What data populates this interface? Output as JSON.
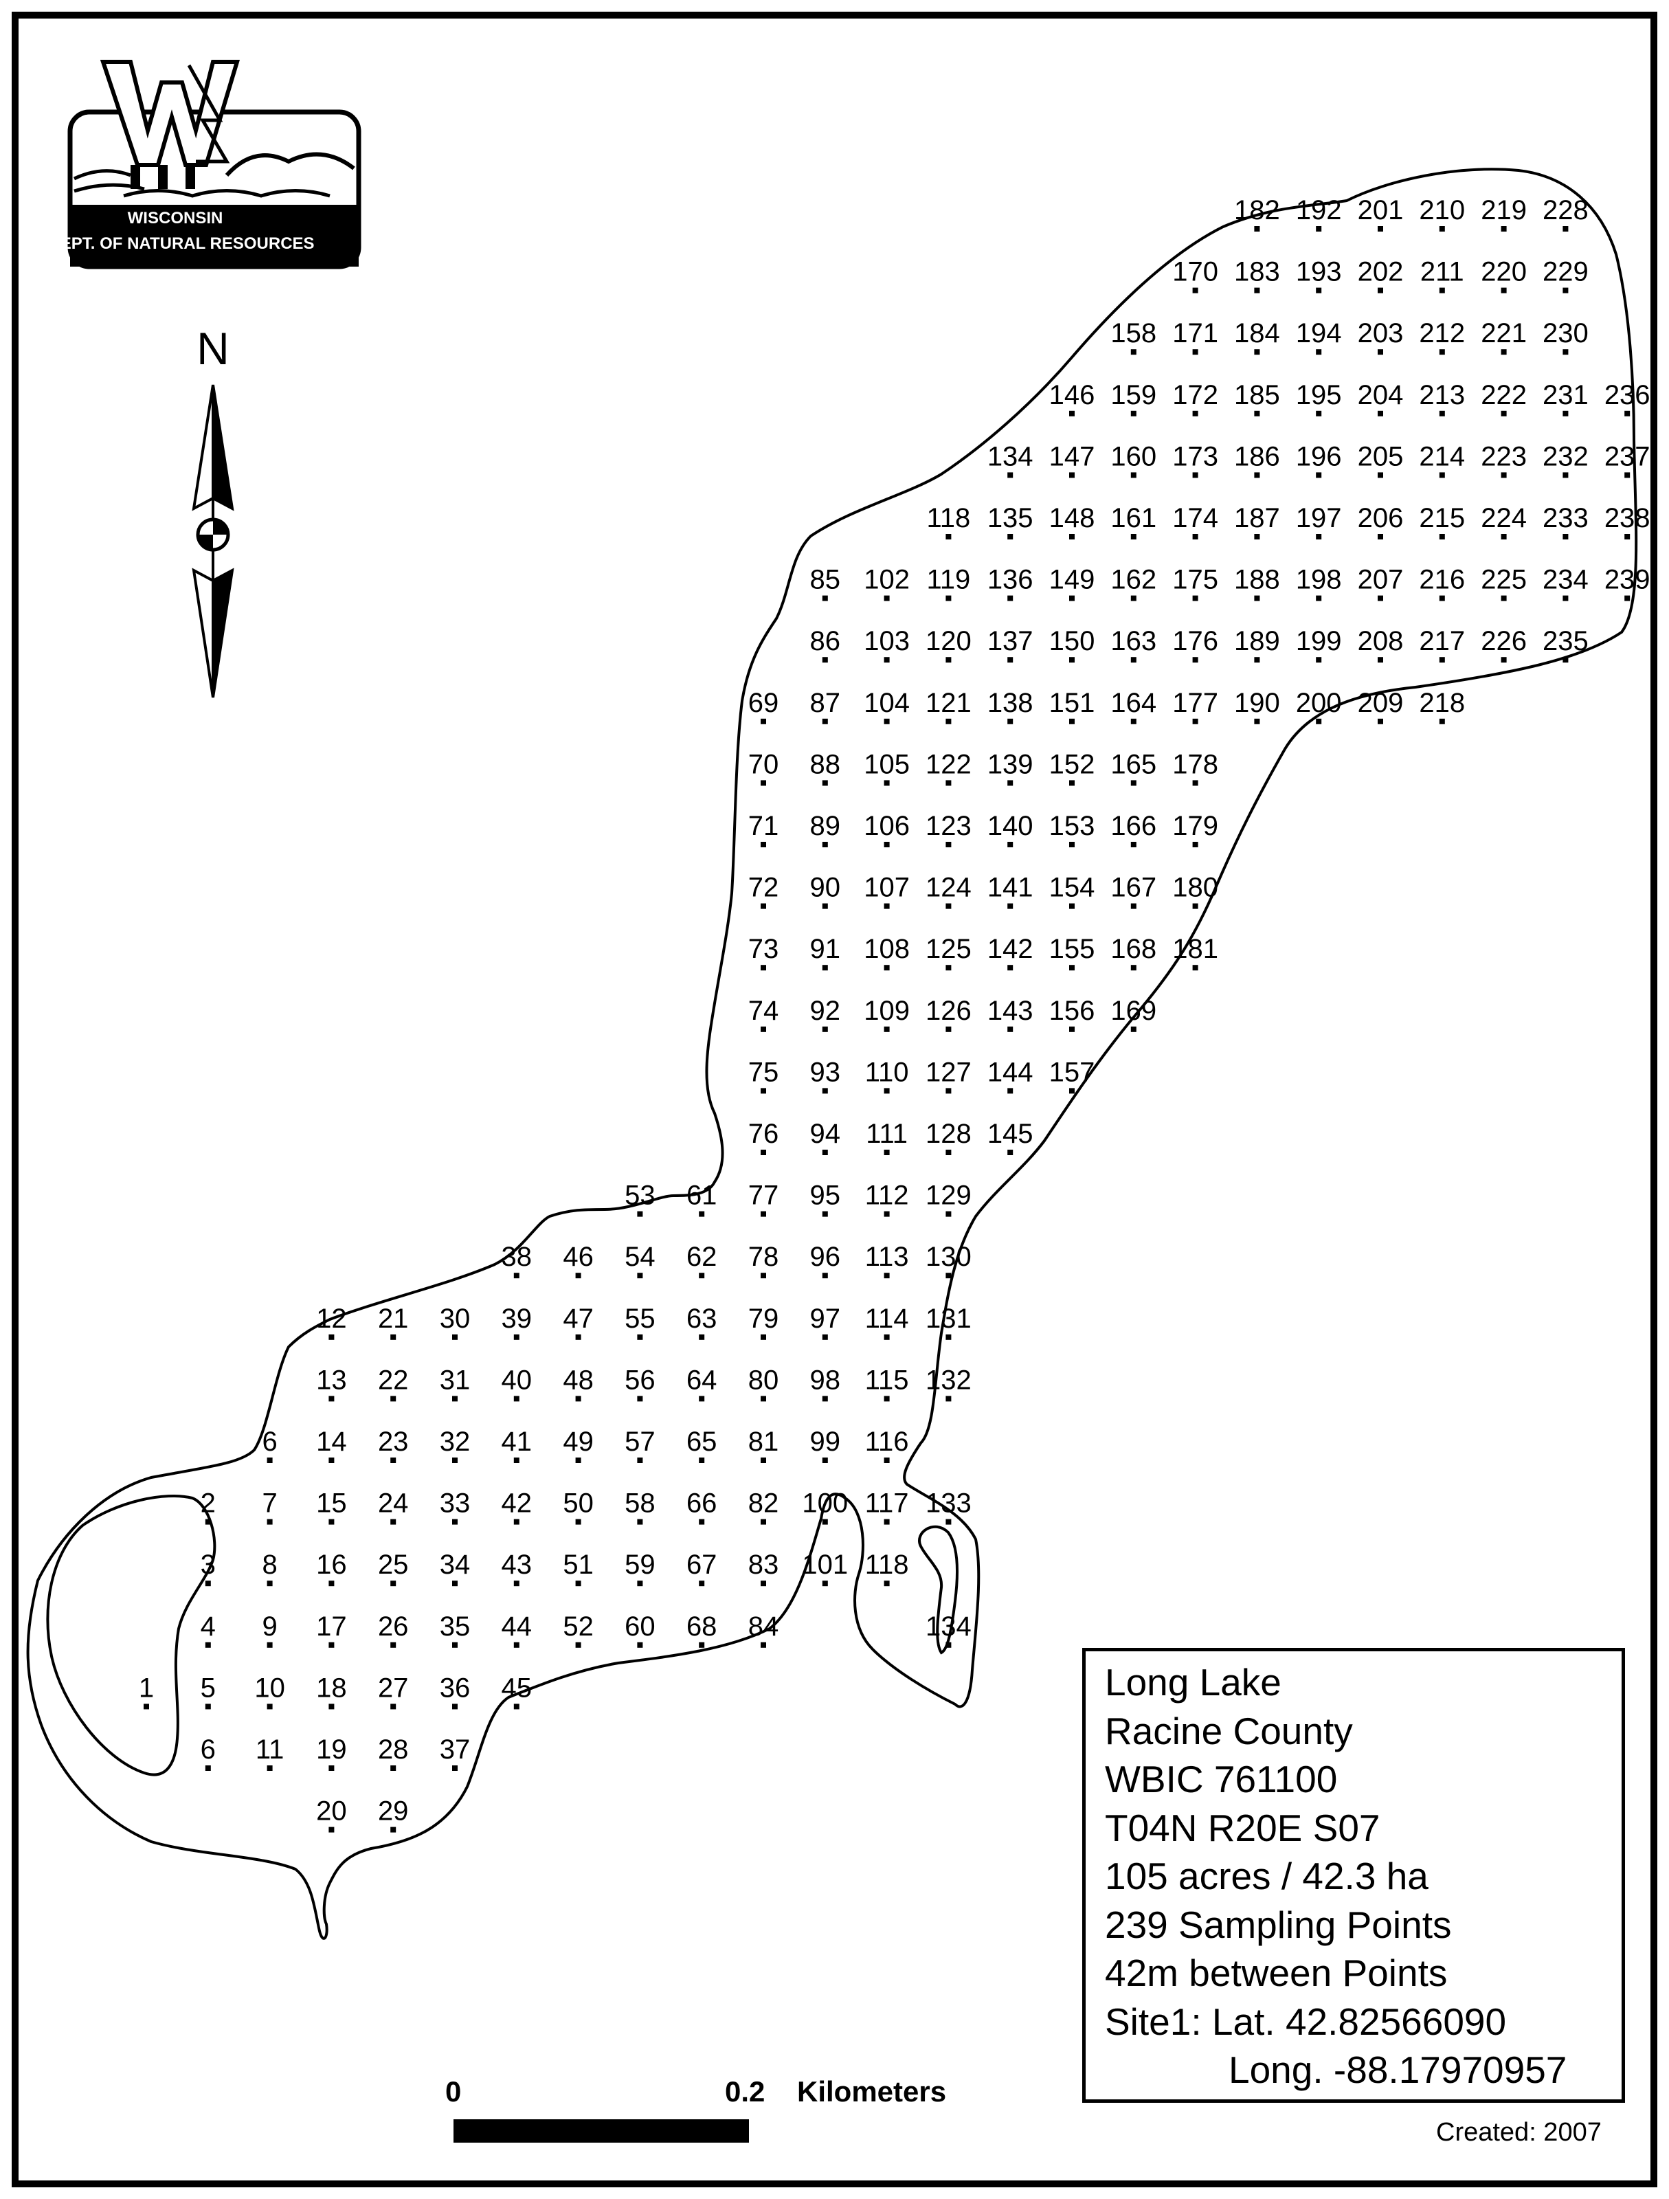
{
  "logo": {
    "line1": "WISCONSIN",
    "line2": "DEPT. OF NATURAL RESOURCES",
    "emblem": "W"
  },
  "north_arrow": {
    "label": "N"
  },
  "scale_bar": {
    "start": "0",
    "end": "0.2",
    "unit": "Kilometers"
  },
  "info": {
    "lake_name": "Long Lake",
    "county": "Racine County",
    "wbic": "WBIC 761100",
    "township": "T04N R20E S07",
    "area": "105 acres / 42.3 ha",
    "points": "239 Sampling Points",
    "spacing": "42m between Points",
    "site_lat": "Site1: Lat. 42.82566090",
    "site_long": "Long. -88.17970957"
  },
  "created": "Created: 2007",
  "colors": {
    "ink": "#000000",
    "paper": "#ffffff"
  },
  "sampling_grid": {
    "columns": [
      {
        "col": 0,
        "rows": [
          27
        ],
        "start": 1
      },
      {
        "col": 1,
        "rows": [
          24,
          25,
          26,
          27,
          28
        ],
        "start": 2
      },
      {
        "col": 2,
        "rows": [
          23,
          24,
          25,
          26,
          27,
          28
        ],
        "start": 6
      },
      {
        "col": 3,
        "rows": [
          21,
          22,
          23,
          24,
          25,
          26,
          27,
          28,
          29
        ],
        "start": 12
      },
      {
        "col": 4,
        "rows": [
          21,
          22,
          23,
          24,
          25,
          26,
          27,
          28,
          29
        ],
        "start": 21
      },
      {
        "col": 5,
        "rows": [
          21,
          22,
          23,
          24,
          25,
          26,
          27,
          28
        ],
        "start": 30
      },
      {
        "col": 6,
        "rows": [
          20,
          21,
          22,
          23,
          24,
          25,
          26,
          27
        ],
        "start": 38
      },
      {
        "col": 7,
        "rows": [
          20,
          21,
          22,
          23,
          24,
          25,
          26
        ],
        "start": 46
      },
      {
        "col": 8,
        "rows": [
          19,
          20,
          21,
          22,
          23,
          24,
          25,
          26
        ],
        "start": 53
      },
      {
        "col": 9,
        "rows": [
          19,
          20,
          21,
          22,
          23,
          24,
          25,
          26
        ],
        "start": 61
      },
      {
        "col": 10,
        "rows": [
          11,
          12,
          13,
          14,
          15,
          16,
          17,
          18,
          19,
          20,
          21,
          22,
          23,
          24,
          25,
          26
        ],
        "start": 69
      },
      {
        "col": 11,
        "rows": [
          9,
          10,
          11,
          12,
          13,
          14,
          15,
          16,
          17,
          18,
          19,
          20,
          21,
          22,
          23,
          24,
          25
        ],
        "start": 85
      },
      {
        "col": 12,
        "rows": [
          9,
          10,
          11,
          12,
          13,
          14,
          15,
          16,
          17,
          18,
          19,
          20,
          21,
          22,
          23,
          24,
          25
        ],
        "start": 102
      },
      {
        "col": 13,
        "rows": [
          8,
          9,
          10,
          11,
          12,
          13,
          14,
          15,
          16,
          17,
          18,
          19,
          20,
          21,
          22,
          24,
          26
        ],
        "start": 118
      },
      {
        "col": 14,
        "rows": [
          7,
          8,
          9,
          10,
          11,
          12,
          13,
          14,
          15,
          16,
          17,
          18
        ],
        "start": 134
      },
      {
        "col": 15,
        "rows": [
          6,
          7,
          8,
          9,
          10,
          11,
          12,
          13,
          14,
          15,
          16,
          17
        ],
        "start": 146
      },
      {
        "col": 16,
        "rows": [
          5,
          6,
          7,
          8,
          9,
          10,
          11,
          12,
          13,
          14,
          15,
          16
        ],
        "start": 158
      },
      {
        "col": 17,
        "rows": [
          4,
          5,
          6,
          7,
          8,
          9,
          10,
          11,
          12,
          13,
          14,
          15
        ],
        "start": 170
      },
      {
        "col": 18,
        "rows": [
          3,
          4,
          5,
          6,
          7,
          8,
          9,
          10,
          11
        ],
        "start": 182
      },
      {
        "col": 19,
        "rows": [
          3,
          4,
          5,
          6,
          7,
          8,
          9,
          10,
          11
        ],
        "start": 192
      },
      {
        "col": 20,
        "rows": [
          3,
          4,
          5,
          6,
          7,
          8,
          9,
          10,
          11
        ],
        "start": 201
      },
      {
        "col": 21,
        "rows": [
          3,
          4,
          5,
          6,
          7,
          8,
          9,
          10,
          11
        ],
        "start": 210
      },
      {
        "col": 22,
        "rows": [
          3,
          4,
          5,
          6,
          7,
          8,
          9,
          10
        ],
        "start": 219
      },
      {
        "col": 23,
        "rows": [
          3,
          4,
          5,
          6,
          7,
          8,
          9,
          10
        ],
        "start": 228
      },
      {
        "col": 24,
        "rows": [
          6,
          7,
          8,
          9
        ],
        "start": 236
      }
    ]
  }
}
